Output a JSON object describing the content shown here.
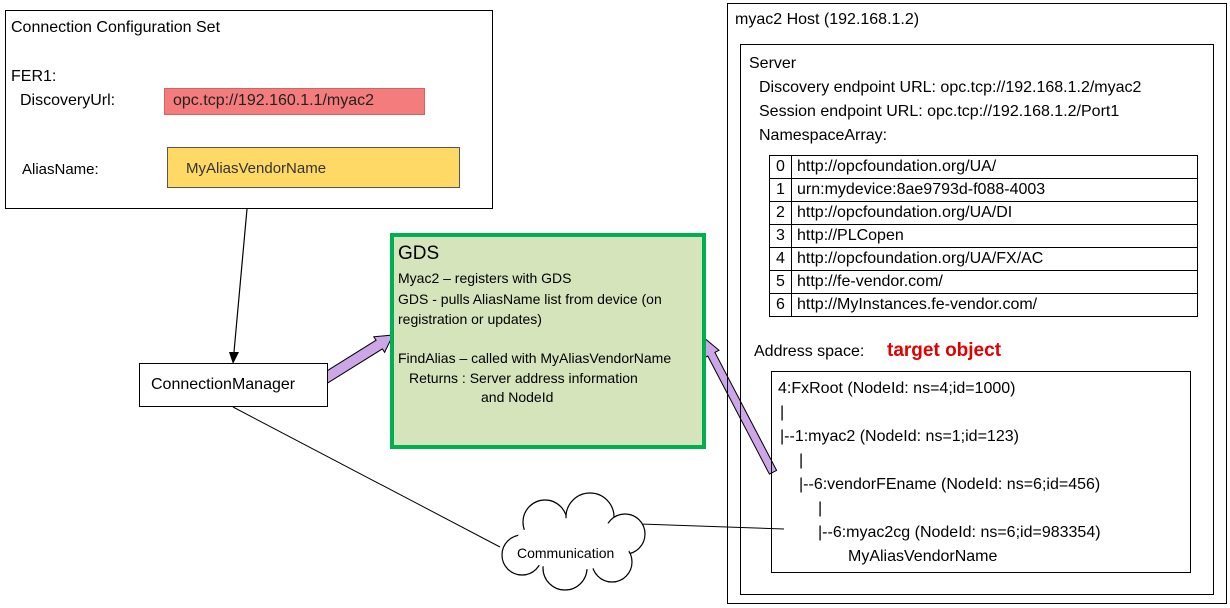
{
  "connection_config": {
    "title": "Connection Configuration Set",
    "fer_label": "FER1:",
    "discovery_url_label": "DiscoveryUrl:",
    "discovery_url_value": "opc.tcp://192.160.1.1/myac2",
    "alias_name_label": "AliasName:",
    "alias_name_value": "MyAliasVendorName"
  },
  "gds": {
    "title": "GDS",
    "line1": "Myac2 – registers with GDS",
    "line2": "GDS - pulls AliasName list from device (on",
    "line3": "registration or updates)",
    "line4": "FindAlias – called with MyAliasVendorName",
    "line5": "Returns :  Server address information",
    "line6": "and NodeId"
  },
  "connection_manager": {
    "label": "ConnectionManager"
  },
  "cloud": {
    "label": "Communication"
  },
  "host": {
    "title": "myac2 Host (192.168.1.2)",
    "server_label": "Server",
    "discovery_endpoint": "Discovery endpoint URL:  opc.tcp://192.168.1.2/myac2",
    "session_endpoint": "Session endpoint URL:  opc.tcp://192.168.1.2/Port1",
    "namespace_array_label": "NamespaceArray:",
    "namespaces": [
      {
        "index": "0",
        "uri": "http://opcfoundation.org/UA/"
      },
      {
        "index": "1",
        "uri": "urn:mydevice:8ae9793d-f088-4003"
      },
      {
        "index": "2",
        "uri": "http://opcfoundation.org/UA/DI"
      },
      {
        "index": "3",
        "uri": "http://PLCopen"
      },
      {
        "index": "4",
        "uri": "http://opcfoundation.org/UA/FX/AC"
      },
      {
        "index": "5",
        "uri": "http://fe-vendor.com/"
      },
      {
        "index": "6",
        "uri": "http://MyInstances.fe-vendor.com/"
      }
    ],
    "address_space_label": "Address space:",
    "target_object_label": "target object",
    "tree": [
      "4:FxRoot (NodeId: ns=4;id=1000)",
      "|",
      "|--1:myac2 (NodeId: ns=1;id=123)",
      "|",
      "|--6:vendorFEname (NodeId: ns=6;id=456)",
      "|",
      "|--6:myac2cg (NodeId: ns=6;id=983354)",
      "MyAliasVendorName"
    ]
  },
  "colors": {
    "url_highlight": "#f47c7c",
    "alias_highlight": "#ffd966",
    "gds_fill": "#d6e4bc",
    "gds_border": "#00b050",
    "arrow_fill": "#cca6e6",
    "target_text": "#e00000"
  }
}
